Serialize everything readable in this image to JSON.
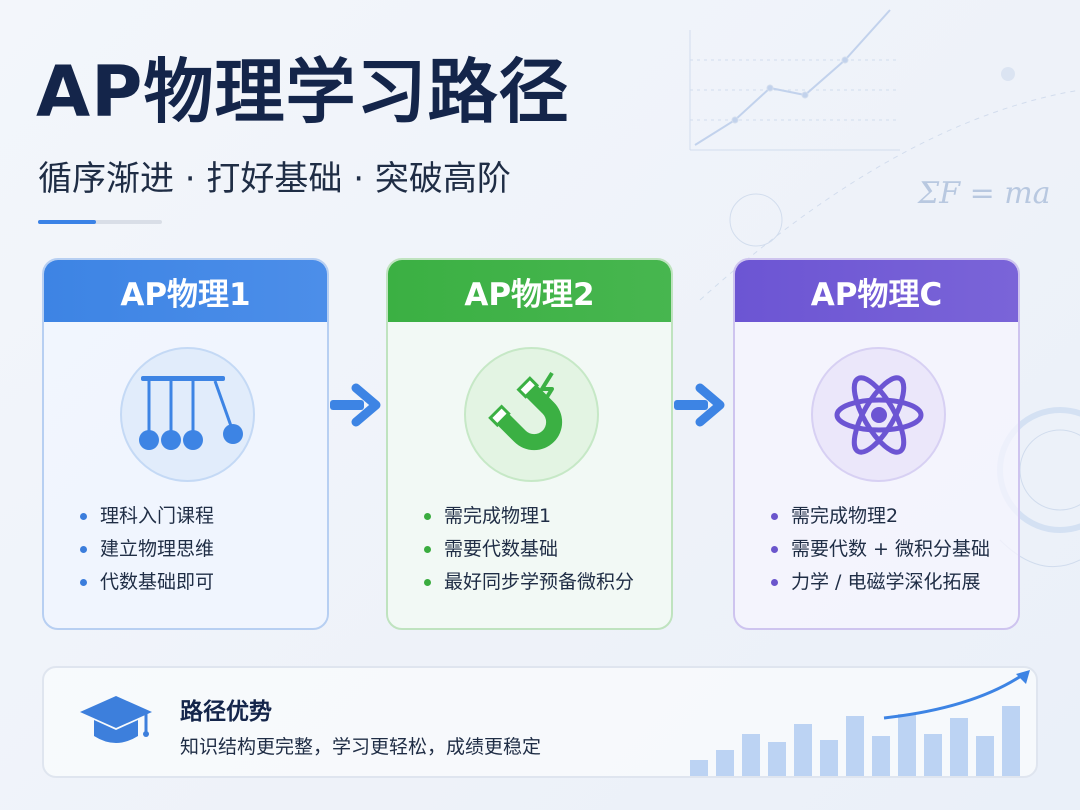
{
  "header": {
    "title": "AP物理学习路径",
    "subtitle": "循序渐进 · 打好基础 · 突破高阶"
  },
  "decor": {
    "formula": "ΣF = ma"
  },
  "cards": [
    {
      "title": "AP物理1",
      "icon": "newtons-cradle-icon",
      "color": "#3d84e4",
      "bullets": [
        "理科入门课程",
        "建立物理思维",
        "代数基础即可"
      ]
    },
    {
      "title": "AP物理2",
      "icon": "magnet-icon",
      "color": "#3bb043",
      "bullets": [
        "需完成物理1",
        "需要代数基础",
        "最好同步学预备微积分"
      ]
    },
    {
      "title": "AP物理C",
      "icon": "atom-icon",
      "color": "#6c55d3",
      "bullets": [
        "需完成物理2",
        "需要代数 + 微积分基础",
        "力学 / 电磁学深化拓展"
      ]
    }
  ],
  "advantage": {
    "icon": "graduation-cap-icon",
    "title": "路径优势",
    "description": "知识结构更完整，学习更轻松，成绩更稳定"
  }
}
